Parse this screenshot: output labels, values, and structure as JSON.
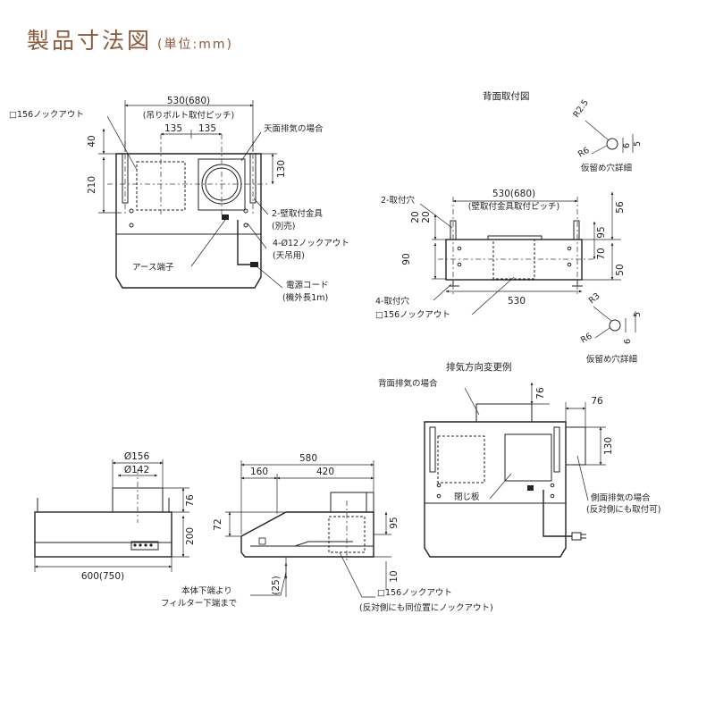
{
  "header": {
    "title": "製品寸法図",
    "unit": "(単位:mm)"
  },
  "top_view": {
    "width_dim": "530(680)",
    "width_note": "(吊りボルト取付ピッチ)",
    "offset_a": "135",
    "offset_b": "135",
    "knockout": "□156ノックアウト",
    "dim_40": "40",
    "dim_210": "210",
    "dim_130": "130",
    "top_exhaust": "天面排気の場合",
    "wall_bracket": "2-壁取付金具",
    "wall_bracket_note": "(別売)",
    "hanging_holes": "4-Ø12ノックアウト",
    "hanging_note": "(天吊用)",
    "earth": "アース端子",
    "cord": "電源コード",
    "cord_note": "(機外長1m)"
  },
  "back_view": {
    "title": "背面取付図",
    "r25": "R2.5",
    "r6a": "R6",
    "d6a": "6",
    "d5a": "5",
    "detail_a": "仮留め穴詳細",
    "width_dim": "530(680)",
    "width_note": "(壁取付金具取付ピッチ)",
    "holes2": "2-取付穴",
    "dim_20a": "20",
    "dim_20b": "20",
    "dim_90": "90",
    "dim_95": "95",
    "dim_70": "70",
    "dim_56": "56",
    "dim_50": "50",
    "dim_530": "530",
    "holes4": "4-取付穴",
    "knockout": "□156ノックアウト",
    "r3": "R3",
    "r6b": "R6",
    "d6b": "6",
    "d5b": "5",
    "detail_b": "仮留め穴詳細"
  },
  "front_view": {
    "d156": "Ø156",
    "d142": "Ø142",
    "dim_76": "76",
    "dim_200": "200",
    "width": "600(750)"
  },
  "side_view": {
    "dim_580": "580",
    "dim_160": "160",
    "dim_420": "420",
    "dim_72": "72",
    "dim_95": "95",
    "dim_10": "10",
    "dim_25": "(25)",
    "note_line1": "本体下端より",
    "note_line2": "フィルター下端まで",
    "knockout": "□156ノックアウト",
    "knockout_note": "(反対側にも同位置にノックアウト)"
  },
  "exhaust_view": {
    "title": "排気方向変更例",
    "back_exhaust": "背面排気の場合",
    "dim_76a": "76",
    "dim_76b": "76",
    "dim_130": "130",
    "closing_plate": "閉じ板",
    "side_exhaust": "側面排気の場合",
    "side_note": "(反対側にも取付可)"
  }
}
